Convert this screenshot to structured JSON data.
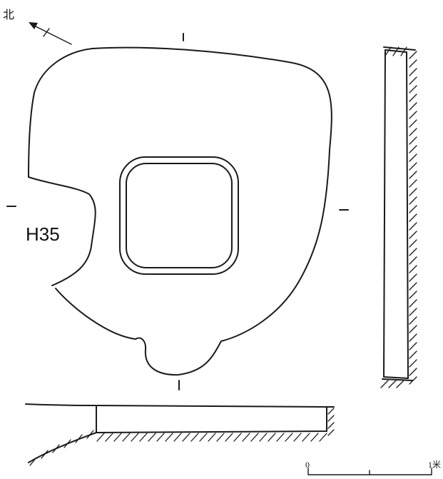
{
  "north_label": "北",
  "feature_label": "H35",
  "scale": {
    "start_label": "0",
    "end_label": "1米"
  },
  "icons": {
    "north_arrow": "north-arrow-icon"
  },
  "colors": {
    "ink": "#1a1a1a",
    "background": "#ffffff"
  }
}
